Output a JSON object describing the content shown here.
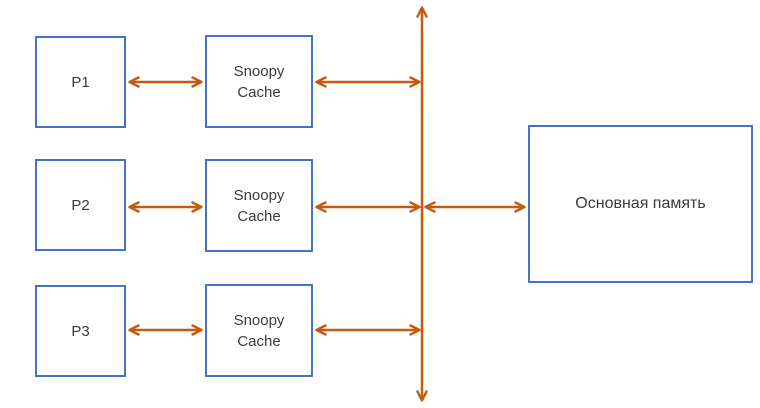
{
  "diagram": {
    "rows": [
      {
        "processor": "P1",
        "cache": "Snoopy\nCache"
      },
      {
        "processor": "P2",
        "cache": "Snoopy\nCache"
      },
      {
        "processor": "P3",
        "cache": "Snoopy\nCache"
      }
    ],
    "memory": {
      "label": "Основная память"
    },
    "colors": {
      "box_border": "#4472C4",
      "arrow": "#C55A11",
      "text": "#3B3B3B",
      "background": "#FFFFFF"
    }
  }
}
